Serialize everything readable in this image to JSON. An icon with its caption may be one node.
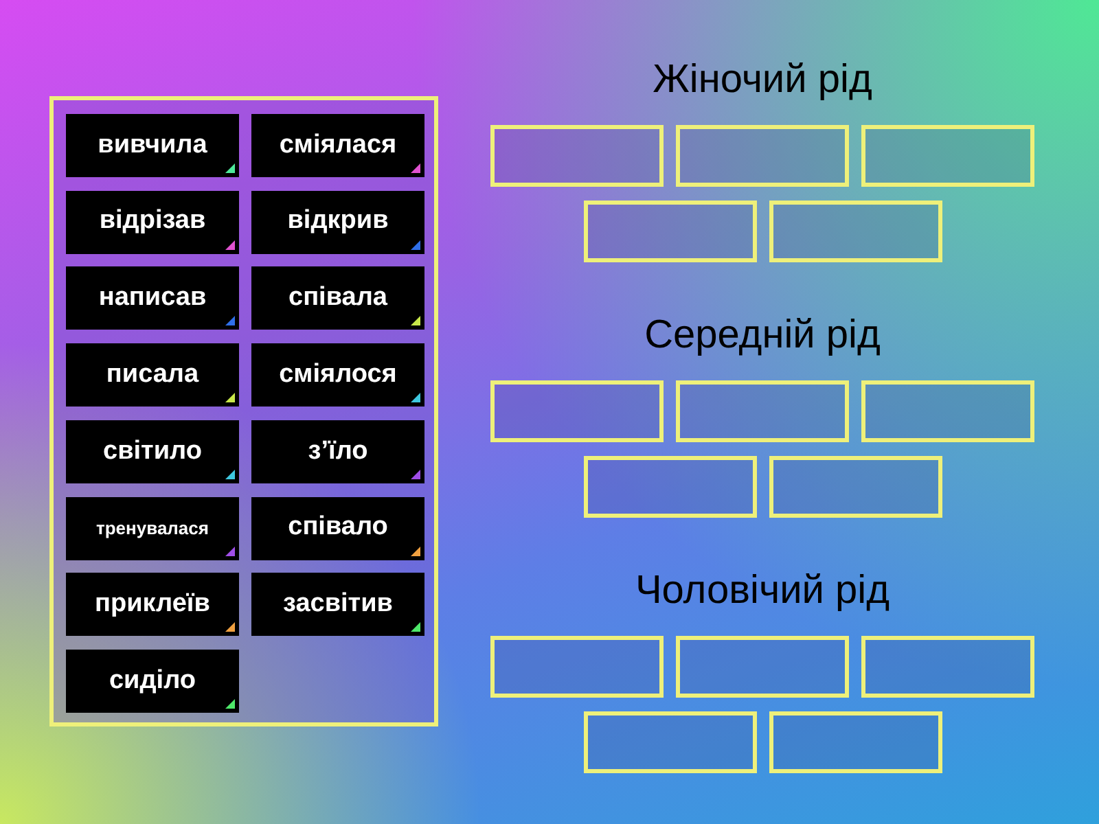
{
  "diagram": {
    "nodes": [
      {
        "text": [],
        "shape": "box"
      },
      {
        "text": [
          "вивчила"
        ],
        "in": 0
      },
      {
        "text": [
          "сміялася"
        ],
        "in": 0
      },
      {
        "text": [
          "відрізав"
        ],
        "in": 0
      },
      {
        "text": [
          "відкрив"
        ],
        "in": 0
      },
      {
        "text": [
          "написав"
        ],
        "in": 0
      },
      {
        "text": [
          "співала"
        ],
        "in": 0
      },
      {
        "text": [
          "писала"
        ],
        "in": 0
      },
      {
        "text": [
          "сміялося"
        ],
        "in": 0
      },
      {
        "text": [
          "світило"
        ],
        "in": 0
      },
      {
        "text": [
          "з’їло"
        ],
        "in": 0
      },
      {
        "text": [
          "тренувалася"
        ],
        "in": 0
      },
      {
        "text": [
          "співало"
        ],
        "in": 0
      },
      {
        "text": [
          "приклеїв"
        ],
        "in": 0
      },
      {
        "text": [
          "засвітив"
        ],
        "in": 0
      },
      {
        "text": [
          "сиділо"
        ],
        "in": 0
      },
      {
        "text": [],
        "shape": "box"
      },
      {
        "text": [],
        "shape": "box"
      },
      {
        "text": [],
        "shape": "box"
      },
      {
        "text": [],
        "shape": "box"
      },
      {
        "text": [],
        "shape": "box"
      },
      {
        "text": [],
        "shape": "box"
      },
      {
        "text": [],
        "shape": "box"
      },
      {
        "text": [],
        "shape": "box"
      },
      {
        "text": [],
        "shape": "box"
      },
      {
        "text": [],
        "shape": "box"
      },
      {
        "text": [],
        "shape": "box"
      },
      {
        "text": [],
        "shape": "box"
      },
      {
        "text": [],
        "shape": "box"
      },
      {
        "text": [],
        "shape": "box"
      },
      {
        "text": [],
        "shape": "box"
      }
    ],
    "labels": [
      "Жіночий рід",
      "Середній рід",
      "Чоловічий рід"
    ]
  }
}
